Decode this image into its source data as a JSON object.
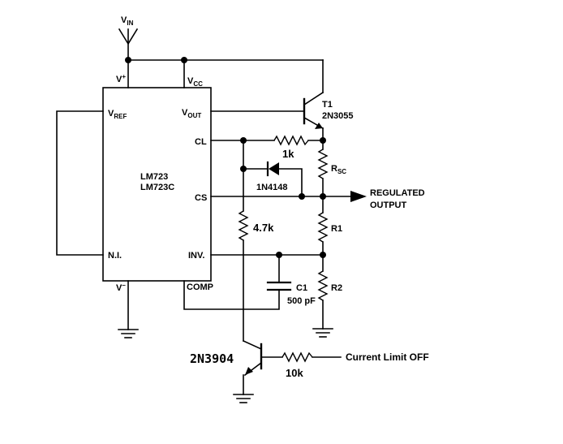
{
  "supply": {
    "vin": "V",
    "vin_sub": "IN",
    "vplus": "V",
    "vplus_sup": "+",
    "vcc": "V",
    "vcc_sub": "CC",
    "vminus": "V",
    "vminus_sup": "–"
  },
  "ic": {
    "name_line1": "LM723",
    "name_line2": "LM723C",
    "pins": {
      "vref": "V",
      "vref_sub": "REF",
      "vout": "V",
      "vout_sub": "OUT",
      "cl": "CL",
      "cs": "CS",
      "ni": "N.I.",
      "inv": "INV.",
      "comp": "COMP"
    }
  },
  "components": {
    "t1_ref": "T1",
    "t1_part": "2N3055",
    "r_cl": "1k",
    "rsc": "R",
    "rsc_sub": "SC",
    "diode": "1N4148",
    "r_47k": "4.7k",
    "r1": "R1",
    "r2": "R2",
    "c1_ref": "C1",
    "c1_val": "500 pF",
    "q2_part": "2N3904",
    "r_10k": "10k"
  },
  "labels": {
    "output_line1": "REGULATED",
    "output_line2": "OUTPUT",
    "current_limit_off": "Current Limit OFF"
  }
}
